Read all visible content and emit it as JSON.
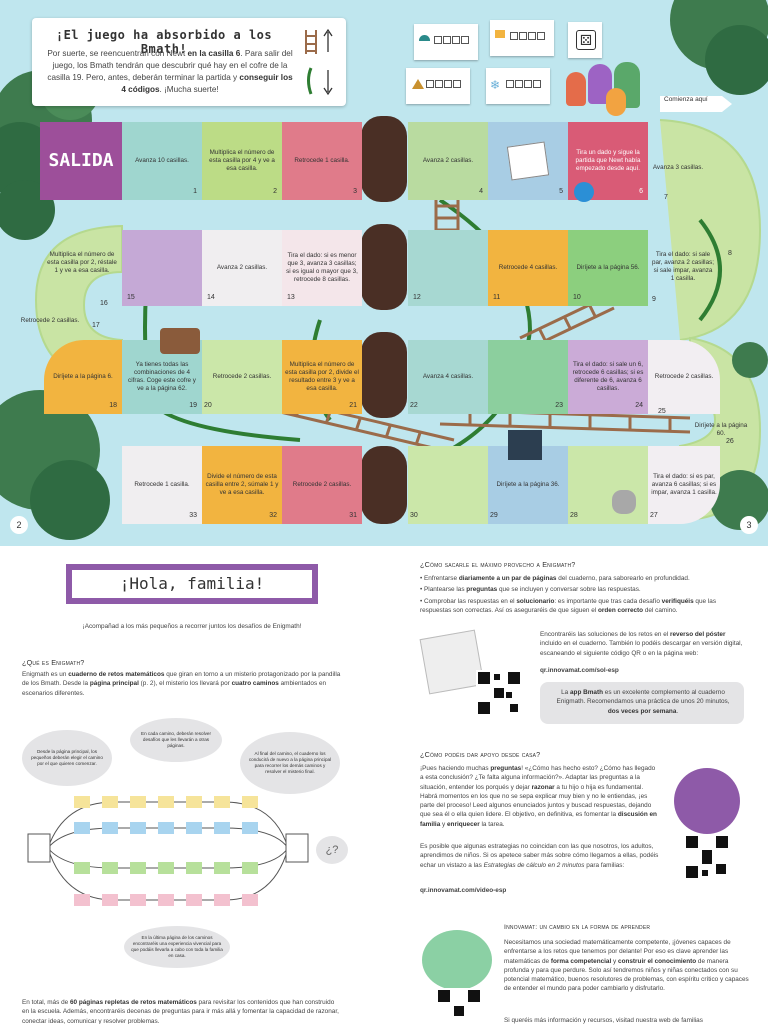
{
  "board": {
    "title": "¡El juego ha absorbido a los Bmath!",
    "intro_1": "Por suerte, se reencuentran con Newt ",
    "intro_b1": "en la casilla 6",
    "intro_2": ". Para salir del juego, los Bmath tendrán que descubrir qué hay en el cofre de la casilla 19. Pero, antes, deberán terminar la partida y ",
    "intro_b2": "conseguir los 4 códigos",
    "intro_3": ". ¡Mucha suerte!",
    "start_label": "Comienza aquí",
    "salida": "SALIDA",
    "page_left": "2",
    "page_right": "3",
    "cells": [
      {
        "n": "1",
        "text": "Avanza 10 casillas.",
        "color": "#9fd6cf"
      },
      {
        "n": "2",
        "text": "Multiplica el número de esta casilla por 4 y ve a esa casilla.",
        "color": "#bcdc86"
      },
      {
        "n": "3",
        "text": "Retrocede 1 casilla.",
        "color": "#e07b8a"
      },
      {
        "n": "4",
        "text": "Avanza 2 casillas.",
        "color": "#b9dba0"
      },
      {
        "n": "5",
        "text": "",
        "color": "#a8cde4"
      },
      {
        "n": "6",
        "text": "Tira un dado y sigue la partida que Newt había empezado desde aquí.",
        "color": "#d95b76"
      },
      {
        "n": "7",
        "text": "Avanza 3 casillas.",
        "color": "#cbe7a9"
      },
      {
        "n": "8",
        "text": "",
        "color": "#cbe7a9"
      },
      {
        "n": "9",
        "text": "Tira el dado: si sale par, avanza 2 casillas; si sale impar, avanza 1 casilla.",
        "color": "#cbe7a9"
      },
      {
        "n": "10",
        "text": "Diríjete a la página 56.",
        "color": "#8ccf7e"
      },
      {
        "n": "11",
        "text": "Retrocede 4 casillas.",
        "color": "#f2b440"
      },
      {
        "n": "12",
        "text": "",
        "color": "#a7d8d2"
      },
      {
        "n": "13",
        "text": "Tira el dado: si es menor que 3, avanza 3 casillas; si es igual o mayor que 3, retrocede 8 casillas.",
        "color": "#f4e6ea"
      },
      {
        "n": "14",
        "text": "Avanza 2 casillas.",
        "color": "#f0eef0"
      },
      {
        "n": "15",
        "text": "",
        "color": "#c5a9d6"
      },
      {
        "n": "16",
        "text": "Multiplica el número de esta casilla por 2, réstale 1 y ve a esa casilla.",
        "color": "#cbe7a9"
      },
      {
        "n": "17",
        "text": "Retrocede 2 casillas.",
        "color": "#cbe7a9"
      },
      {
        "n": "18",
        "text": "Diríjete a la página 6.",
        "color": "#f2b440"
      },
      {
        "n": "19",
        "text": "Ya tienes todas las combinaciones de 4 cifras. Coge este cofre y ve a la página 62.",
        "color": "#9fd6cf"
      },
      {
        "n": "20",
        "text": "Retrocede 2 casillas.",
        "color": "#cbe7a9"
      },
      {
        "n": "21",
        "text": "Multiplica el número de esta casilla por 2, divide el resultado entre 3 y ve a esa casilla.",
        "color": "#f2b440"
      },
      {
        "n": "22",
        "text": "Avanza 4 casillas.",
        "color": "#a7d8d2"
      },
      {
        "n": "23",
        "text": "",
        "color": "#8ccf9e"
      },
      {
        "n": "24",
        "text": "Tira el dado: si sale un 6, retrocede 6 casillas; si es diferente de 6, avanza 6 casillas.",
        "color": "#cbabd7"
      },
      {
        "n": "25",
        "text": "Retrocede 2 casillas.",
        "color": "#f2eef2"
      },
      {
        "n": "26",
        "text": "Diríjete a la página 60.",
        "color": "#cbabd7"
      },
      {
        "n": "27",
        "text": "Tira el dado: si es par, avanza 6 casillas; si es impar, avanza 1 casilla.",
        "color": "#f2eef2"
      },
      {
        "n": "28",
        "text": "",
        "color": "#cbe7a9"
      },
      {
        "n": "29",
        "text": "Diríjete a la página 36.",
        "color": "#a8cde4"
      },
      {
        "n": "30",
        "text": "",
        "color": "#cbe7a9"
      },
      {
        "n": "31",
        "text": "Retrocede 2 casillas.",
        "color": "#e07b8a"
      },
      {
        "n": "32",
        "text": "Divide el número de esta casilla entre 2, súmale 1 y ve a esa casilla.",
        "color": "#f2b440"
      },
      {
        "n": "33",
        "text": "Retrocede 1 casilla.",
        "color": "#f0eef0"
      }
    ]
  },
  "left": {
    "banner": "¡Hola, familia!",
    "subtitle": "¡Acompañad a los más pequeños a recorrer juntos los desafíos de Enigmath!",
    "q1_title": "¿Qué es Enigmath?",
    "q1_text_1": "Enigmath es un ",
    "q1_b1": "cuaderno de retos matemáticos",
    "q1_text_2": " que giran en torno a un misterio protagonizado por la pandilla de los Bmath. Desde la ",
    "q1_b2": "página principal",
    "q1_text_3": " (p. 2), el misterio los llevará por ",
    "q1_b3": "cuatro caminos",
    "q1_text_4": " ambientados en escenarios diferentes.",
    "bubble_1": "Desde la página principal, los pequeños deberán elegir el camino por el que quieren comenzar.",
    "bubble_2": "En cada camino, deberán resolver desafíos que les llevarán a otras páginas.",
    "bubble_3": "Al final del camino, el cuaderno los conducirá de nuevo a la página principal para recorrer los demás caminos y resolver el misterio final.",
    "bubble_4": "En la última página de los caminos encontraréis una experiencia vivencial para que podáis llevarla a cabo con toda la familia en casa.",
    "qmark": "¿?",
    "bottom_1": "En total, más de ",
    "bottom_b1": "60 páginas repletas de retos matemáticos",
    "bottom_2": " para revisitar los contenidos que han construido en la escuela. Además, encontraréis decenas de preguntas para ir más allá y fomentar la capacidad de razonar, conectar ideas, comunicar y resolver problemas."
  },
  "right": {
    "q2_title": "¿Cómo sacarle el máximo provecho a Enigmath?",
    "b1_a": "Enfrentarse ",
    "b1_b": "diariamente a un par de páginas",
    "b1_c": " del cuaderno, para saborearlo en profundidad.",
    "b2_a": "Plantearse las ",
    "b2_b": "preguntas",
    "b2_c": " que se incluyen y conversar sobre las respuestas.",
    "b3_a": "Comprobar las respuestas en el ",
    "b3_b": "solucionario",
    "b3_c": ": es importante que tras cada desafío ",
    "b3_d": "verifiquéis",
    "b3_e": " que las respuestas son correctas. Así os aseguraréis de que siguen el ",
    "b3_f": "orden correcto",
    "b3_g": " del camino.",
    "sol_1": "Encontraréis las soluciones de los retos en el ",
    "sol_b": "reverso del póster",
    "sol_2": " incluido en el cuaderno. También lo podéis descargar en versión digital, escaneando el siguiente código QR o en la página web:",
    "sol_url": "qr.innovamat.com/sol-esp",
    "app_1": "La ",
    "app_b1": "app Bmath",
    "app_2": " es un excelente complemento al cuaderno Enigmath. Recomendamos una práctica de unos 20 minutos, ",
    "app_b2": "dos veces por semana",
    "app_3": ".",
    "q3_title": "¿Cómo podéis dar apoyo desde casa?",
    "q3_text_1": "¡Pues haciendo muchas ",
    "q3_b1": "preguntas",
    "q3_text_2": "! «¿Cómo has hecho esto? ¿Cómo has llegado a esta conclusión? ¿Te falta alguna información?». Adaptar las preguntas a la situación, entender los porqués y dejar ",
    "q3_b2": "razonar",
    "q3_text_3": " a tu hijo o hija es fundamental. Habrá momentos en los que no se sepa explicar muy bien y no le entiendas, ¡es parte del proceso! Leed algunos enunciados juntos y buscad respuestas, dejando que sea él o ella quien lidere. El objetivo, en definitiva, es fomentar la ",
    "q3_b3": "discusión en familia",
    "q3_text_4": " y ",
    "q3_b4": "enriquecer",
    "q3_text_5": " la tarea.",
    "q3_p2_1": "Es posible que algunas estrategias no coincidan con las que nosotros, los adultos, aprendimos de niños. Si os apetece saber más sobre cómo llegamos a ellas, podéis echar un vistazo a las ",
    "q3_p2_i": "Estrategias de cálculo en 2 minutos",
    "q3_p2_2": " para familias:",
    "video_url": "qr.innovamat.com/video-esp",
    "q4_title": "Innovamat: un cambio en la forma de aprender",
    "q4_text_1": "Necesitamos una sociedad matemáticamente competente, ¡jóvenes capaces de enfrentarse a los retos que tenemos por delante! Por eso es clave aprender las matemáticas de ",
    "q4_b1": "forma competencial",
    "q4_text_2": " y ",
    "q4_b2": "construir el conocimiento",
    "q4_text_3": " de manera profunda y para que perdure. Solo así tendremos niños y niñas conectados con su potencial matemático, buenos resolutores de problemas, con espíritu crítico y capaces de entender el mundo para poder cambiarlo y disfrutarlo.",
    "q4_text_4": "Si queréis más información y recursos, visitad nuestra web de familias"
  }
}
